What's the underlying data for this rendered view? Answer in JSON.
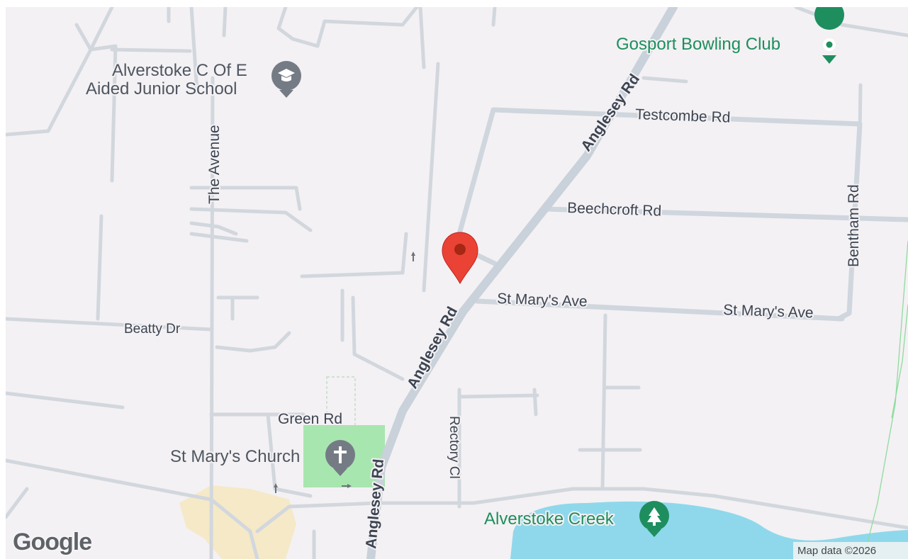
{
  "map": {
    "roads": {
      "anglesey_rd_top": "Anglesey Rd",
      "anglesey_rd_mid": "Anglesey Rd",
      "anglesey_rd_bottom": "Anglesey Rd",
      "testcombe_rd": "Testcombe Rd",
      "beechcroft_rd": "Beechcroft Rd",
      "bentham_rd": "Bentham Rd",
      "st_marys_ave_1": "St Mary's Ave",
      "st_marys_ave_2": "St Mary's Ave",
      "the_avenue": "The Avenue",
      "beatty_dr": "Beatty Dr",
      "green_rd": "Green Rd",
      "rectory_cl": "Rectory Cl"
    },
    "places": {
      "bowling_club": "Gosport Bowling Club",
      "school_line1": "Alverstoke C Of E",
      "school_line2": "Aided Junior School",
      "church": "St Mary's Church",
      "creek": "Alverstoke Creek"
    },
    "icons": {
      "bowling_club": "pin-poi-icon",
      "school": "graduation-cap-icon",
      "church": "cross-icon",
      "creek": "tree-icon",
      "marker": "red-location-pin-icon"
    },
    "colors": {
      "background": "#f3f1f3",
      "road": "#d2d7de",
      "major_road": "#c9d1da",
      "water": "#8fd8ec",
      "park": "#a8e6b0",
      "sand": "#f5e9c8",
      "marker": "#ea4335",
      "poi_green": "#1e8e5e",
      "poi_gray": "#757b85",
      "label": "#3c4452"
    }
  },
  "branding": {
    "logo": "Google",
    "attribution": "Map data ©2026"
  }
}
